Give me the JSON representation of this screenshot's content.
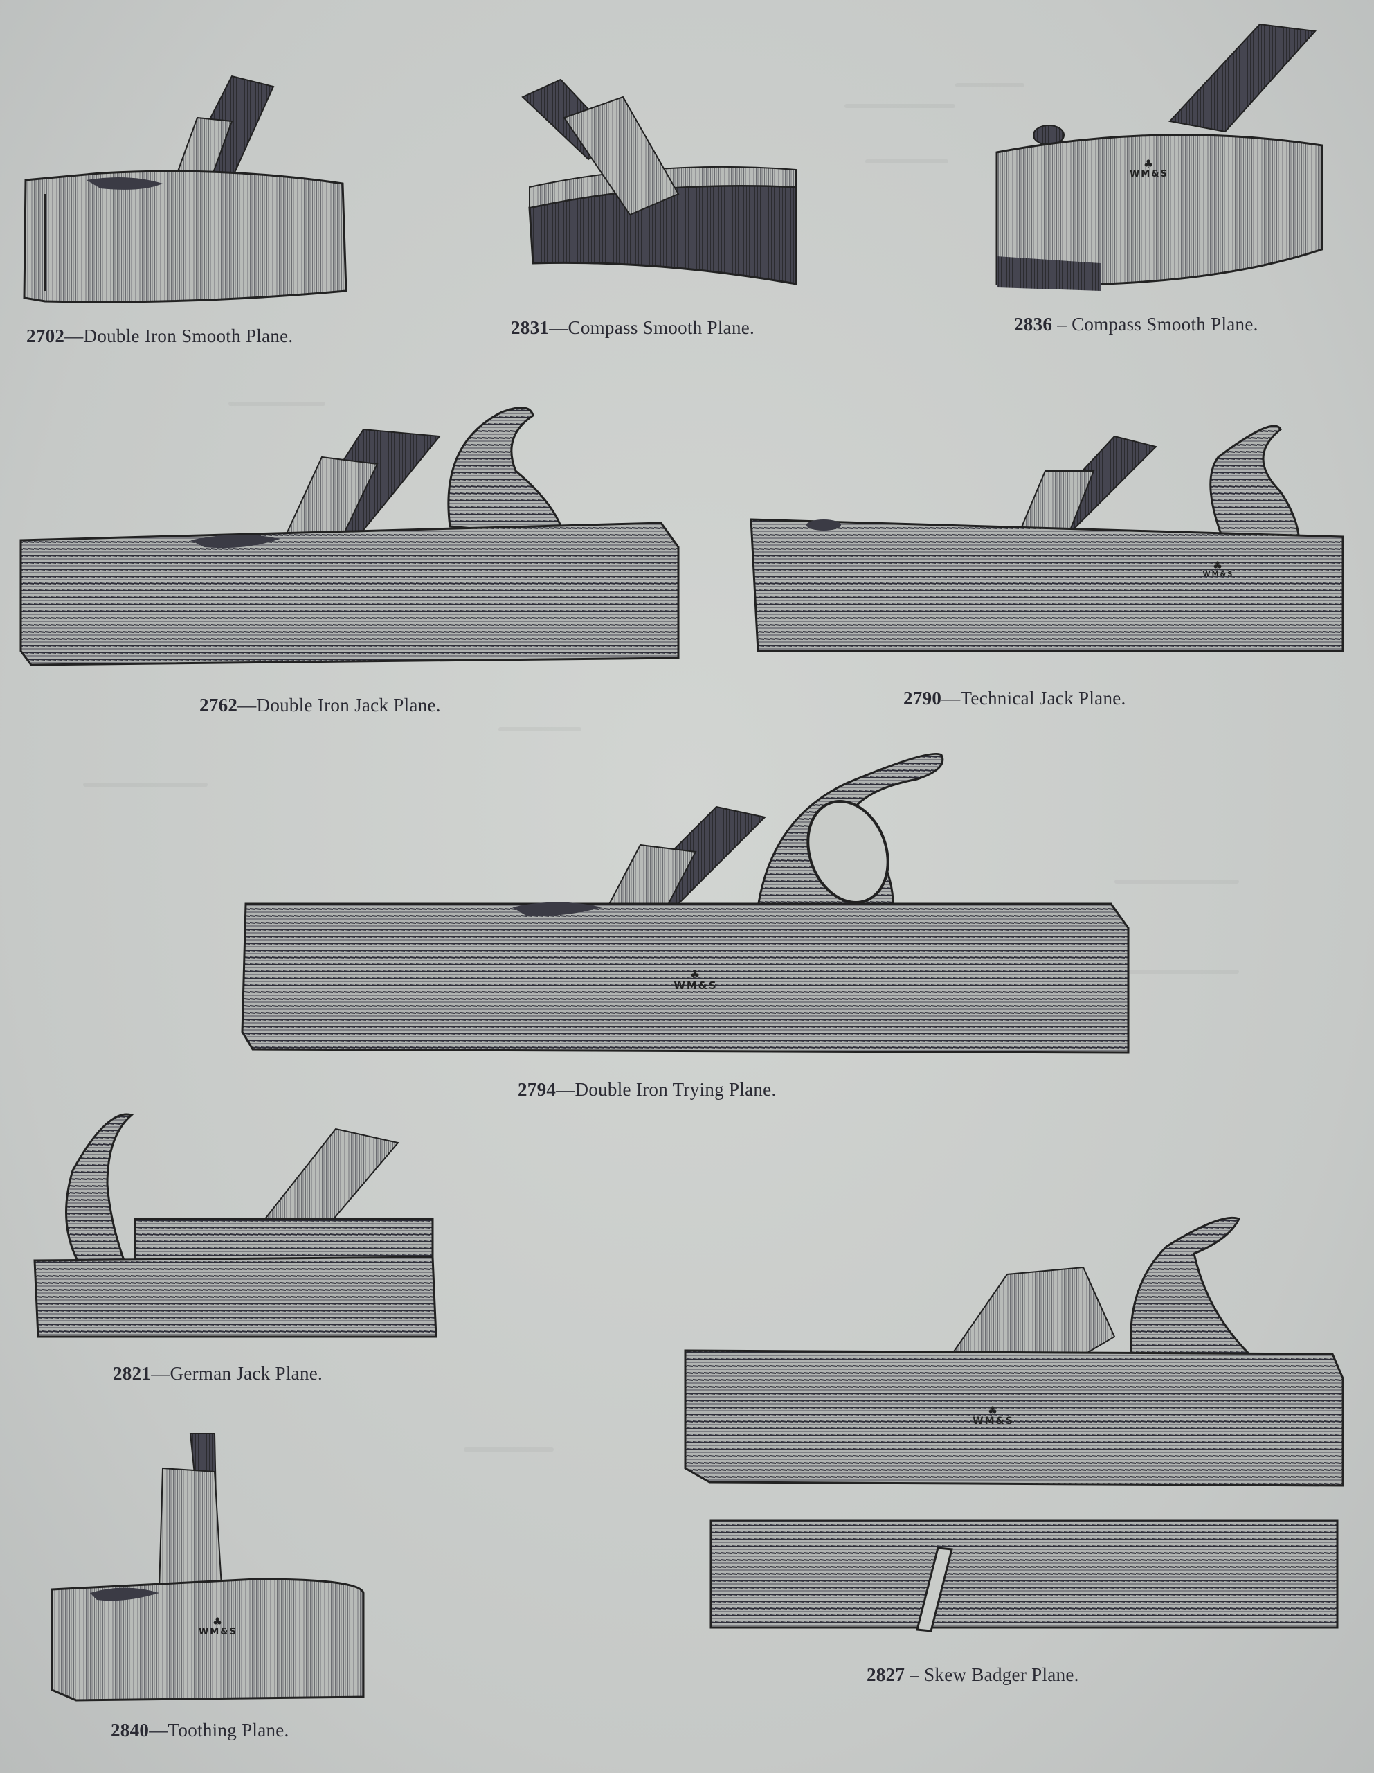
{
  "page": {
    "background_color": "#c9ccc9",
    "ink_color": "#2a2a33"
  },
  "maker_mark": {
    "symbol": "♣",
    "text": "WM&S"
  },
  "items": [
    {
      "id": "2702",
      "number": "2702",
      "separator": "—",
      "name": "Double Iron Smooth Plane.",
      "icon": "smooth-plane-icon"
    },
    {
      "id": "2831",
      "number": "2831",
      "separator": "—",
      "name": "Compass Smooth Plane.",
      "icon": "compass-plane-icon"
    },
    {
      "id": "2836",
      "number": "2836",
      "separator": " – ",
      "name": "Compass Smooth Plane.",
      "icon": "compass-plane-icon"
    },
    {
      "id": "2762",
      "number": "2762",
      "separator": "—",
      "name": "Double Iron Jack Plane.",
      "icon": "jack-plane-icon"
    },
    {
      "id": "2790",
      "number": "2790",
      "separator": "—",
      "name": "Technical Jack Plane.",
      "icon": "jack-plane-icon"
    },
    {
      "id": "2794",
      "number": "2794",
      "separator": "—",
      "name": "Double Iron Trying Plane.",
      "icon": "trying-plane-icon"
    },
    {
      "id": "2821",
      "number": "2821",
      "separator": "—",
      "name": "German Jack Plane.",
      "icon": "german-jack-plane-icon"
    },
    {
      "id": "2840",
      "number": "2840",
      "separator": "—",
      "name": "Toothing Plane.",
      "icon": "toothing-plane-icon"
    },
    {
      "id": "2827",
      "number": "2827",
      "separator": " – ",
      "name": "Skew Badger Plane.",
      "icon": "badger-plane-icon"
    }
  ]
}
